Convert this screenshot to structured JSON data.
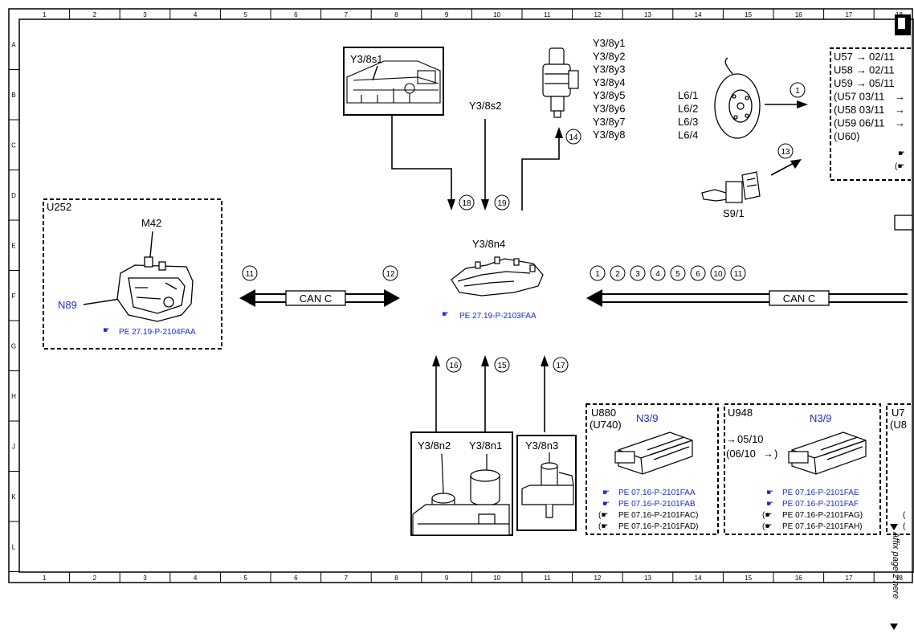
{
  "ruler": {
    "cols": [
      "1",
      "2",
      "3",
      "4",
      "5",
      "6",
      "7",
      "8",
      "9",
      "10",
      "11",
      "12",
      "13",
      "14",
      "15",
      "16",
      "17",
      "18"
    ],
    "rows": [
      "A",
      "B",
      "C",
      "D",
      "E",
      "F",
      "G",
      "H",
      "J",
      "K",
      "L"
    ]
  },
  "u252": {
    "title": "U252",
    "m42": "M42",
    "n89": "N89",
    "ref": "PE 27.19-P-2104FAA"
  },
  "can_left": {
    "label": "CAN C",
    "num_left": "11",
    "num_right": "12"
  },
  "can_right": {
    "label": "CAN C",
    "nums": [
      "1",
      "2",
      "3",
      "4",
      "5",
      "6",
      "10",
      "11"
    ]
  },
  "center": {
    "y3_8n4": "Y3/8n4",
    "ref": "PE 27.19-P-2103FAA",
    "y3_8s1": "Y3/8s1",
    "y3_8s2": "Y3/8s2",
    "num18": "18",
    "num19": "19",
    "num14": "14",
    "solenoids": [
      "Y3/8y1",
      "Y3/8y2",
      "Y3/8y3",
      "Y3/8y4",
      "Y3/8y5",
      "Y3/8y6",
      "Y3/8y7",
      "Y3/8y8"
    ],
    "num16": "16",
    "num15": "15",
    "num17": "17",
    "y3_8n2": "Y3/8n2",
    "y3_8n1": "Y3/8n1",
    "y3_8n3": "Y3/8n3"
  },
  "sensors": {
    "l6": [
      "L6/1",
      "L6/2",
      "L6/3",
      "L6/4"
    ],
    "num1": "1",
    "num13": "13",
    "s9_1": "S9/1"
  },
  "u57box": {
    "lines": [
      {
        "a": "U57",
        "arrow": "→",
        "b": "02/11"
      },
      {
        "a": "U58",
        "arrow": "→",
        "b": "02/11"
      },
      {
        "a": "U59",
        "arrow": "→",
        "b": "05/11"
      },
      {
        "a": "(U57  03/11",
        "arrow": "→",
        "b": ""
      },
      {
        "a": "(U58  03/11",
        "arrow": "→",
        "b": ""
      },
      {
        "a": "(U59  06/11",
        "arrow": "→",
        "b": ""
      },
      {
        "a": "(U60)",
        "arrow": "",
        "b": ""
      }
    ]
  },
  "u880box": {
    "title1": "U880",
    "title2": "(U740)",
    "n3_9": "N3/9",
    "refs": [
      "PE 07.16-P-2101FAA",
      "PE 07.16-P-2101FAB",
      "PE 07.16-P-2101FAC)",
      "PE 07.16-P-2101FAD)"
    ]
  },
  "u948box": {
    "title": "U948",
    "n3_9": "N3/9",
    "date1": "05/10",
    "date2": "(06/10",
    "arrow": "→",
    "refs": [
      "PE 07.16-P-2101FAE",
      "PE 07.16-P-2101FAF",
      "PE 07.16-P-2101FAG)",
      "PE 07.16-P-2101FAH)"
    ]
  },
  "u7box": {
    "title1": "U7",
    "title2": "(U8"
  },
  "affix": "Affix page 2 here"
}
